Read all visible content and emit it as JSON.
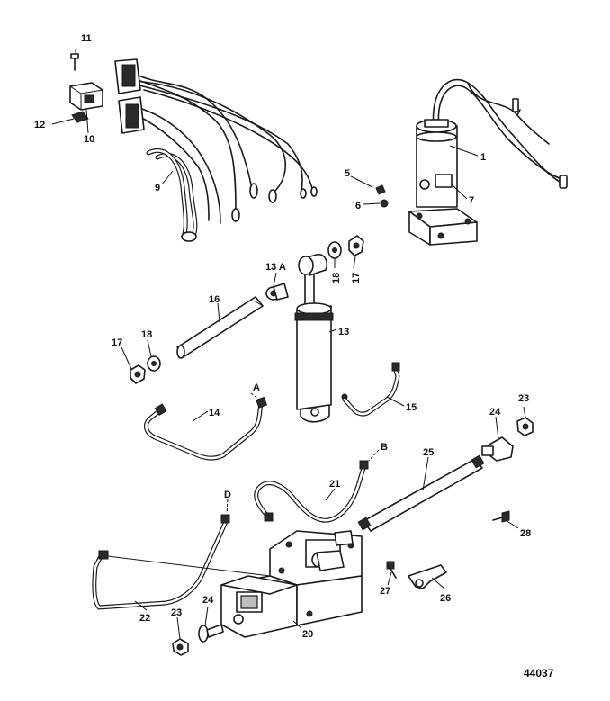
{
  "figure_number": "44037",
  "callouts": [
    "1",
    "5",
    "6",
    "7",
    "9",
    "10",
    "11",
    "12",
    "13",
    "13 A",
    "14",
    "15",
    "16",
    "17",
    "18",
    "17",
    "18",
    "20",
    "21",
    "22",
    "23",
    "24",
    "23",
    "24",
    "25",
    "26",
    "27",
    "28"
  ],
  "connection_labels": [
    "A",
    "B",
    "D"
  ]
}
